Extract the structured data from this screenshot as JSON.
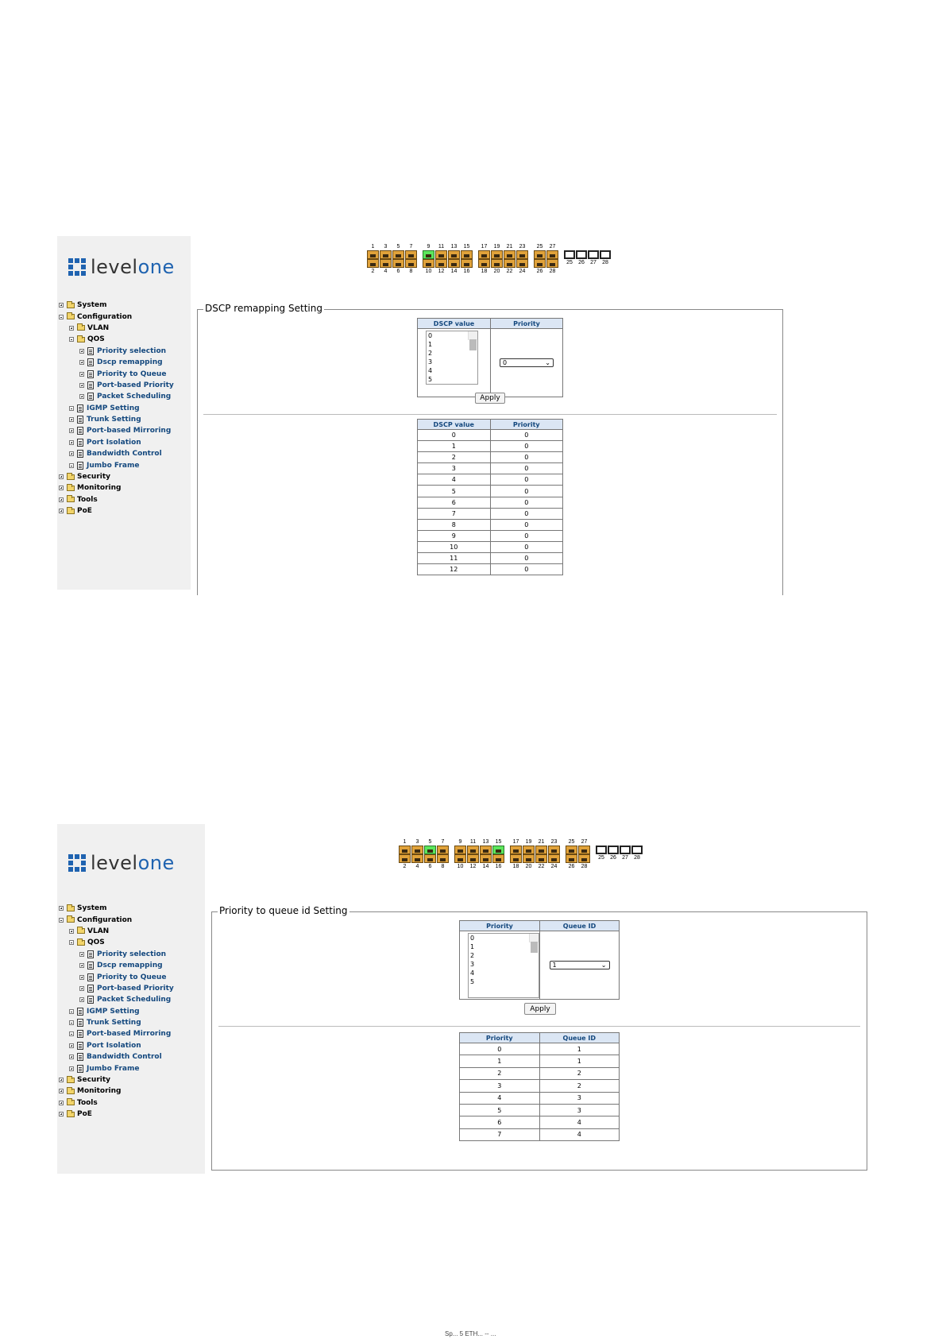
{
  "logo": {
    "part1": "level",
    "part2": "one"
  },
  "screens": [
    {
      "tree": [
        {
          "label": "System",
          "level": 0,
          "kind": "folder",
          "exp": "plus",
          "link": false
        },
        {
          "label": "Configuration",
          "level": 0,
          "kind": "folder",
          "exp": "minus",
          "link": false
        },
        {
          "label": "VLAN",
          "level": 1,
          "kind": "folder",
          "exp": "plus",
          "link": false
        },
        {
          "label": "QOS",
          "level": 1,
          "kind": "folder",
          "exp": "minus",
          "link": false
        },
        {
          "label": "Priority selection",
          "level": 2,
          "kind": "doc",
          "exp": "plus",
          "link": true
        },
        {
          "label": "Dscp remapping",
          "level": 2,
          "kind": "doc",
          "exp": "plus",
          "link": true
        },
        {
          "label": "Priority to Queue",
          "level": 2,
          "kind": "doc",
          "exp": "plus",
          "link": true
        },
        {
          "label": "Port-based Priority",
          "level": 2,
          "kind": "doc",
          "exp": "plus",
          "link": true
        },
        {
          "label": "Packet Scheduling",
          "level": 2,
          "kind": "doc",
          "exp": "plus",
          "link": true
        },
        {
          "label": "IGMP Setting",
          "level": 1,
          "kind": "doc",
          "exp": "minus",
          "link": true
        },
        {
          "label": "Trunk Setting",
          "level": 1,
          "kind": "doc",
          "exp": "plus",
          "link": true
        },
        {
          "label": "Port-based Mirroring",
          "level": 1,
          "kind": "doc",
          "exp": "plus",
          "link": true
        },
        {
          "label": "Port Isolation",
          "level": 1,
          "kind": "doc",
          "exp": "plus",
          "link": true
        },
        {
          "label": "Bandwidth Control",
          "level": 1,
          "kind": "doc",
          "exp": "plus",
          "link": true
        },
        {
          "label": "Jumbo Frame",
          "level": 1,
          "kind": "doc",
          "exp": "minus",
          "link": true
        },
        {
          "label": "Security",
          "level": 0,
          "kind": "folder",
          "exp": "plus",
          "link": false
        },
        {
          "label": "Monitoring",
          "level": 0,
          "kind": "folder",
          "exp": "plus",
          "link": false
        },
        {
          "label": "Tools",
          "level": 0,
          "kind": "folder",
          "exp": "plus",
          "link": false
        },
        {
          "label": "PoE",
          "level": 0,
          "kind": "folder",
          "exp": "plus",
          "link": false
        }
      ],
      "ports": {
        "top": [
          "1",
          "3",
          "5",
          "7",
          "9",
          "11",
          "13",
          "15",
          "17",
          "19",
          "21",
          "23",
          "25",
          "27"
        ],
        "bottom": [
          "2",
          "4",
          "6",
          "8",
          "10",
          "12",
          "14",
          "16",
          "18",
          "20",
          "22",
          "24",
          "26",
          "28"
        ],
        "active": [
          "9"
        ],
        "sfp": [
          "25",
          "26",
          "27",
          "28"
        ]
      },
      "panel": {
        "legend": "DSCP remapping Setting",
        "col1": "DSCP value",
        "col2": "Priority",
        "list": [
          "0",
          "1",
          "2",
          "3",
          "4",
          "5"
        ],
        "select_value": "0",
        "apply": "Apply",
        "rows": [
          [
            "0",
            "0"
          ],
          [
            "1",
            "0"
          ],
          [
            "2",
            "0"
          ],
          [
            "3",
            "0"
          ],
          [
            "4",
            "0"
          ],
          [
            "5",
            "0"
          ],
          [
            "6",
            "0"
          ],
          [
            "7",
            "0"
          ],
          [
            "8",
            "0"
          ],
          [
            "9",
            "0"
          ],
          [
            "10",
            "0"
          ],
          [
            "11",
            "0"
          ],
          [
            "12",
            "0"
          ]
        ]
      }
    },
    {
      "tree": [
        {
          "label": "System",
          "level": 0,
          "kind": "folder",
          "exp": "plus",
          "link": false
        },
        {
          "label": "Configuration",
          "level": 0,
          "kind": "folder",
          "exp": "minus",
          "link": false
        },
        {
          "label": "VLAN",
          "level": 1,
          "kind": "folder",
          "exp": "plus",
          "link": false
        },
        {
          "label": "QOS",
          "level": 1,
          "kind": "folder",
          "exp": "minus",
          "link": false
        },
        {
          "label": "Priority selection",
          "level": 2,
          "kind": "doc",
          "exp": "plus",
          "link": true
        },
        {
          "label": "Dscp remapping",
          "level": 2,
          "kind": "doc",
          "exp": "plus",
          "link": true
        },
        {
          "label": "Priority to Queue",
          "level": 2,
          "kind": "doc",
          "exp": "plus",
          "link": true
        },
        {
          "label": "Port-based Priority",
          "level": 2,
          "kind": "doc",
          "exp": "plus",
          "link": true
        },
        {
          "label": "Packet Scheduling",
          "level": 2,
          "kind": "doc",
          "exp": "plus",
          "link": true
        },
        {
          "label": "IGMP Setting",
          "level": 1,
          "kind": "doc",
          "exp": "minus",
          "link": true
        },
        {
          "label": "Trunk Setting",
          "level": 1,
          "kind": "doc",
          "exp": "minus",
          "link": true
        },
        {
          "label": "Port-based Mirroring",
          "level": 1,
          "kind": "doc",
          "exp": "minus",
          "link": true
        },
        {
          "label": "Port Isolation",
          "level": 1,
          "kind": "doc",
          "exp": "plus",
          "link": true
        },
        {
          "label": "Bandwidth Control",
          "level": 1,
          "kind": "doc",
          "exp": "plus",
          "link": true
        },
        {
          "label": "Jumbo Frame",
          "level": 1,
          "kind": "doc",
          "exp": "plus",
          "link": true
        },
        {
          "label": "Security",
          "level": 0,
          "kind": "folder",
          "exp": "plus",
          "link": false
        },
        {
          "label": "Monitoring",
          "level": 0,
          "kind": "folder",
          "exp": "plus",
          "link": false
        },
        {
          "label": "Tools",
          "level": 0,
          "kind": "folder",
          "exp": "plus",
          "link": false
        },
        {
          "label": "PoE",
          "level": 0,
          "kind": "folder",
          "exp": "plus",
          "link": false
        }
      ],
      "ports": {
        "top": [
          "1",
          "3",
          "5",
          "7",
          "9",
          "11",
          "13",
          "15",
          "17",
          "19",
          "21",
          "23",
          "25",
          "27"
        ],
        "bottom": [
          "2",
          "4",
          "6",
          "8",
          "10",
          "12",
          "14",
          "16",
          "18",
          "20",
          "22",
          "24",
          "26",
          "28"
        ],
        "active": [
          "5",
          "15"
        ],
        "sfp": [
          "25",
          "26",
          "27",
          "28"
        ]
      },
      "panel": {
        "legend": "Priority to queue id Setting",
        "col1": "Priority",
        "col2": "Queue ID",
        "list": [
          "0",
          "1",
          "2",
          "3",
          "4",
          "5"
        ],
        "select_value": "1",
        "apply": "Apply",
        "rows": [
          [
            "0",
            "1"
          ],
          [
            "1",
            "1"
          ],
          [
            "2",
            "2"
          ],
          [
            "3",
            "2"
          ],
          [
            "4",
            "3"
          ],
          [
            "5",
            "3"
          ],
          [
            "6",
            "4"
          ],
          [
            "7",
            "4"
          ]
        ]
      }
    }
  ],
  "footer": "Sp... 5 ETH... -- ..."
}
